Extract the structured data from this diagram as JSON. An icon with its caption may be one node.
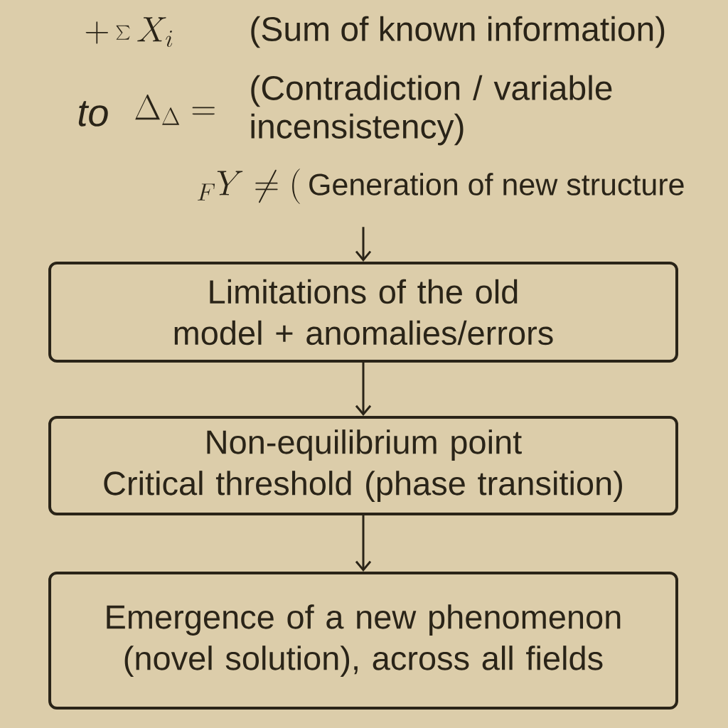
{
  "diagram": {
    "nodes": [
      {
        "text": [
          "{}_{F}Y \\neq (",
          "Generation of new structure"
        ]
      },
      {
        "text": [
          "Limitations of the old model + anomalies/errors"
        ]
      },
      {
        "text": [
          "Non-equilibrium point",
          "Critical threshold (phase transition)"
        ]
      },
      {
        "text": [
          "Emergence of a new phenomenon (novel solution), across all fields"
        ]
      }
    ],
    "edges": [
      {
        "from": 0,
        "to": 1,
        "arrow": "to"
      },
      {
        "from": 1,
        "to": 2,
        "arrow": "to"
      },
      {
        "from": 2,
        "to": 3,
        "arrow": "to"
      }
    ],
    "labels": [
      "+\\sum X_i",
      "(Sum of known information)",
      "\\mathit{to}",
      "\\Delta_{\\Delta} =",
      "(Contradiction / variable incensistency)"
    ]
  }
}
